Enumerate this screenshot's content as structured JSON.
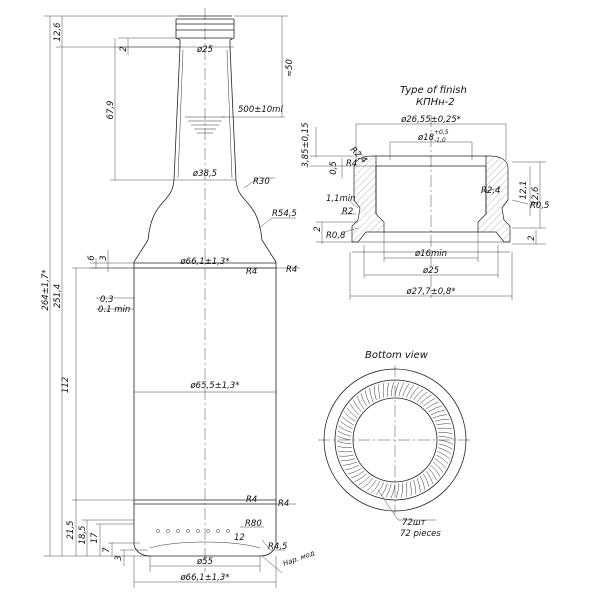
{
  "bottle": {
    "neck_height": "12,6",
    "total_height": "264±1,7*",
    "body_height": "251,4",
    "neck_dia": "ø25",
    "gap_2": "2",
    "fill_mark": "67,9",
    "fill_level": "≈50",
    "volume": "500±10ml",
    "shoulder_dia": "ø38,5",
    "r30": "R30",
    "r54": "R54,5",
    "top_band_6": "6",
    "top_band_3": "3",
    "dia_top_band": "ø66,1±1,3*",
    "r4_top_left": "R4",
    "r4_top_right": "R4",
    "wall_03": "0,3",
    "wall_01": "0.1 min",
    "body_112": "112",
    "dia_mid": "ø65,5±1,3*",
    "r4_bot_left": "R4",
    "r4_bot_right": "R4",
    "h215": "21,5",
    "h185": "18,5",
    "h17": "17",
    "h7": "7",
    "h3": "3",
    "r80": "R80",
    "n12": "12",
    "r45": "R4,5",
    "dia_55": "ø55",
    "dia_base": "ø66,1±1,3*",
    "note": "Нар. мод"
  },
  "finish": {
    "title_line1": "Type of  finish",
    "title_line2": "КПНн-2",
    "dia_top": "ø26,55±0,25*",
    "dia_inner": "ø18",
    "dia_inner_tol_up": "+0,5",
    "dia_inner_tol_dn": "-1,0",
    "h385": "3,85±0,15",
    "r24_left": "R2,4",
    "r4": "R4",
    "h05": "0,5",
    "h11": "1,1min",
    "r2": "R2",
    "h2": "2",
    "r08": "R0,8",
    "r24_right": "R2,4",
    "h121": "12,1",
    "h126": "12,6",
    "r05": "R0,5",
    "h2_right": "2",
    "dia_16": "ø16min",
    "dia_25": "ø25",
    "dia_277": "ø27,7±0,8*"
  },
  "bottom": {
    "title": "Bottom view",
    "label_1": "72шт",
    "label_2": "72 pieces"
  }
}
